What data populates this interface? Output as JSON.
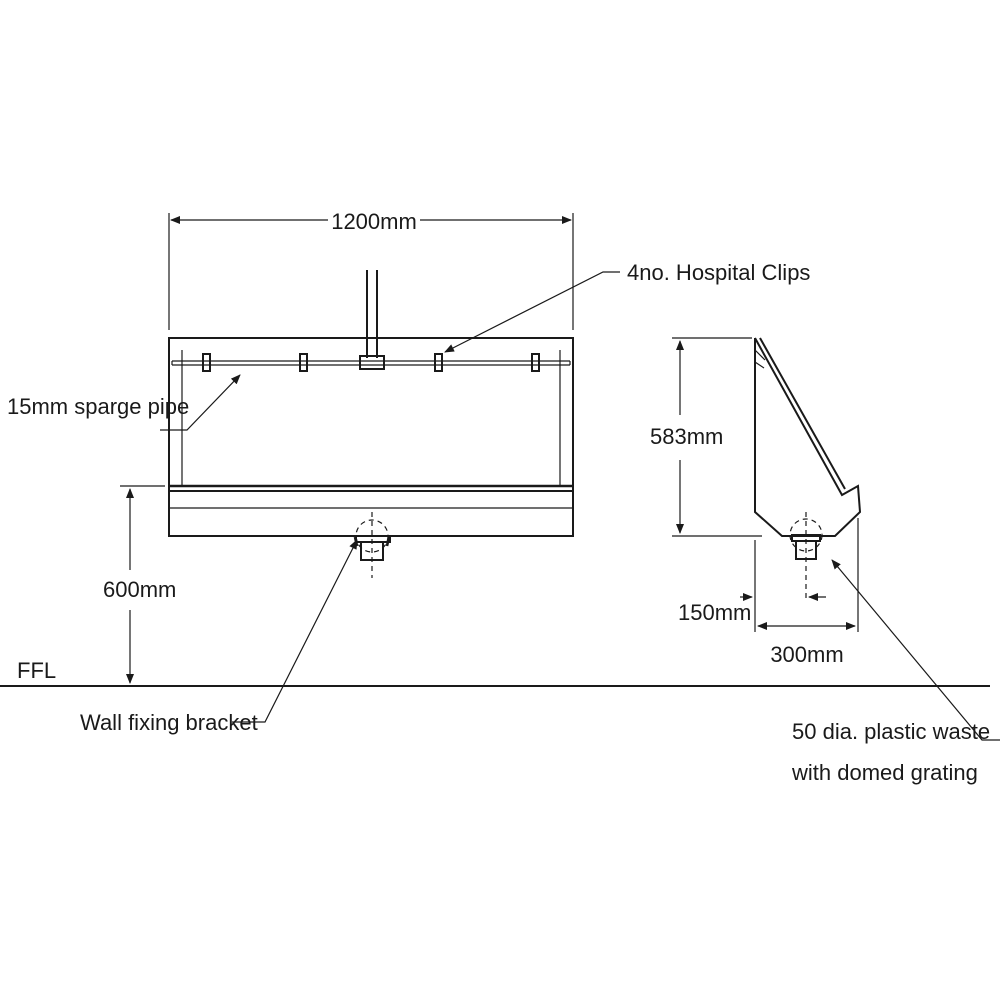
{
  "dimensions": {
    "width": "1200mm",
    "height_from_floor": "600mm",
    "side_height": "583mm",
    "waste_offset": "150mm",
    "depth": "300mm"
  },
  "labels": {
    "hospital_clips": "4no. Hospital Clips",
    "sparge_pipe": "15mm sparge pipe",
    "floor_level": "FFL",
    "wall_bracket": "Wall fixing bracket",
    "waste_line1": "50 dia. plastic waste",
    "waste_line2": "with domed grating"
  },
  "colors": {
    "line": "#1a1a1a",
    "background": "#ffffff"
  }
}
